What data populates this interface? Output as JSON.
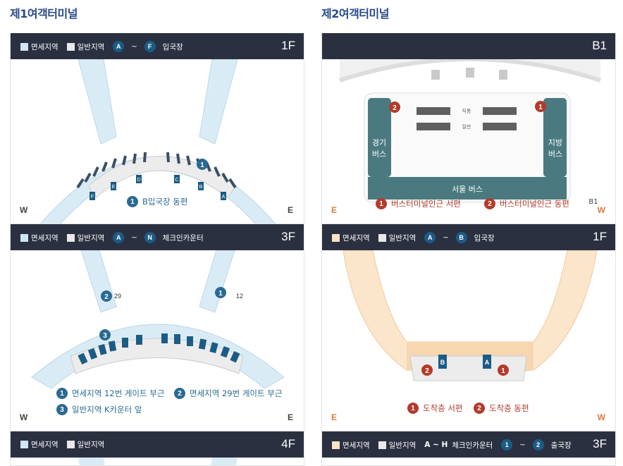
{
  "t1": {
    "title": "제1여객터미널",
    "p1": {
      "floor": "1F",
      "legend": {
        "dutyfree": "면세지역",
        "general": "일반지역",
        "from": "A",
        "to": "F",
        "tail": "입국장"
      },
      "notes": [
        {
          "num": "1",
          "text": "B입국장 동편"
        }
      ],
      "west": "W",
      "east": "E"
    },
    "p3": {
      "floor": "3F",
      "legend": {
        "dutyfree": "면세지역",
        "general": "일반지역",
        "from": "A",
        "to": "N",
        "tail": "체크인카운터"
      },
      "gate_left": "29",
      "gate_right": "12",
      "notes": [
        {
          "num": "1",
          "text": "면세지역 12번 게이트 부근"
        },
        {
          "num": "2",
          "text": "면세지역 29번 게이트 부근"
        },
        {
          "num": "3",
          "text": "일반지역 K카운터 앞"
        }
      ],
      "west": "W",
      "east": "E"
    },
    "p4": {
      "floor": "4F",
      "legend": {
        "dutyfree": "면세지역",
        "general": "일반지역"
      }
    }
  },
  "t2": {
    "title": "제2여객터미널",
    "pb1": {
      "floor": "B1",
      "left_bus": "경기\n버스",
      "right_bus": "지방\n버스",
      "seoul_bus": "서울 버스",
      "lane1": "직통",
      "lane2": "일반",
      "level": "B1",
      "notes": [
        {
          "num": "1",
          "text": "버스터미널인근 서편"
        },
        {
          "num": "2",
          "text": "버스터미널인근 동편"
        }
      ],
      "west": "W",
      "east": "E"
    },
    "p1": {
      "floor": "1F",
      "legend": {
        "dutyfree": "면세지역",
        "general": "일반지역",
        "from": "A",
        "to": "B",
        "tail": "입국장"
      },
      "notes": [
        {
          "num": "1",
          "text": "도착층 서편"
        },
        {
          "num": "2",
          "text": "도착층 동편"
        }
      ],
      "west": "W",
      "east": "E"
    },
    "p3": {
      "floor": "3F",
      "legend": {
        "dutyfree": "면세지역",
        "general": "일반지역",
        "range": "A ~ H",
        "range_tail": "체크인카운터",
        "from": "1",
        "to": "2",
        "tail": "출국장"
      }
    }
  },
  "colors": {
    "header": "#2b3041",
    "title": "#2a4a8a",
    "dutyfree_t1": "#cfe6f3",
    "dutyfree_t2": "#fbe3c5",
    "badge": "#1b5c85",
    "red": "#b33b2c",
    "orange": "#e07a3a",
    "bus": "#4a7a80"
  }
}
